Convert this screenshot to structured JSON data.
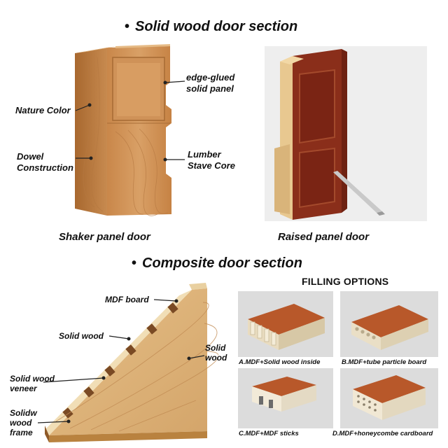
{
  "solid_section": {
    "heading": "Solid wood door section",
    "labels": {
      "nature_color": "Nature Color",
      "dowel_line1": "Dowel",
      "dowel_line2": "Construction",
      "edge_line1": "edge-glued",
      "edge_line2": "solid panel",
      "lumber_line1": "Lumber",
      "lumber_line2": "Stave Core"
    },
    "captions": {
      "shaker": "Shaker panel door",
      "raised": "Raised panel door"
    }
  },
  "composite_section": {
    "heading": "Composite door section",
    "labels": {
      "mdf_board": "MDF board",
      "solid_wood": "Solid wood",
      "veneer_line1": "Solid wood",
      "veneer_line2": "veneer",
      "frame_line1": "Solidw",
      "frame_line2": "wood",
      "frame_line3": "frame",
      "right_line1": "Solid",
      "right_line2": "wood"
    }
  },
  "filling_options": {
    "title": "FILLING OPTIONS",
    "options": [
      {
        "label": "A.MDF+Solid wood inside"
      },
      {
        "label": "B.MDF+tube particle board"
      },
      {
        "label": "C.MDF+MDF sticks"
      },
      {
        "label": "D.MDF+honeycombe cardboard"
      }
    ]
  }
}
